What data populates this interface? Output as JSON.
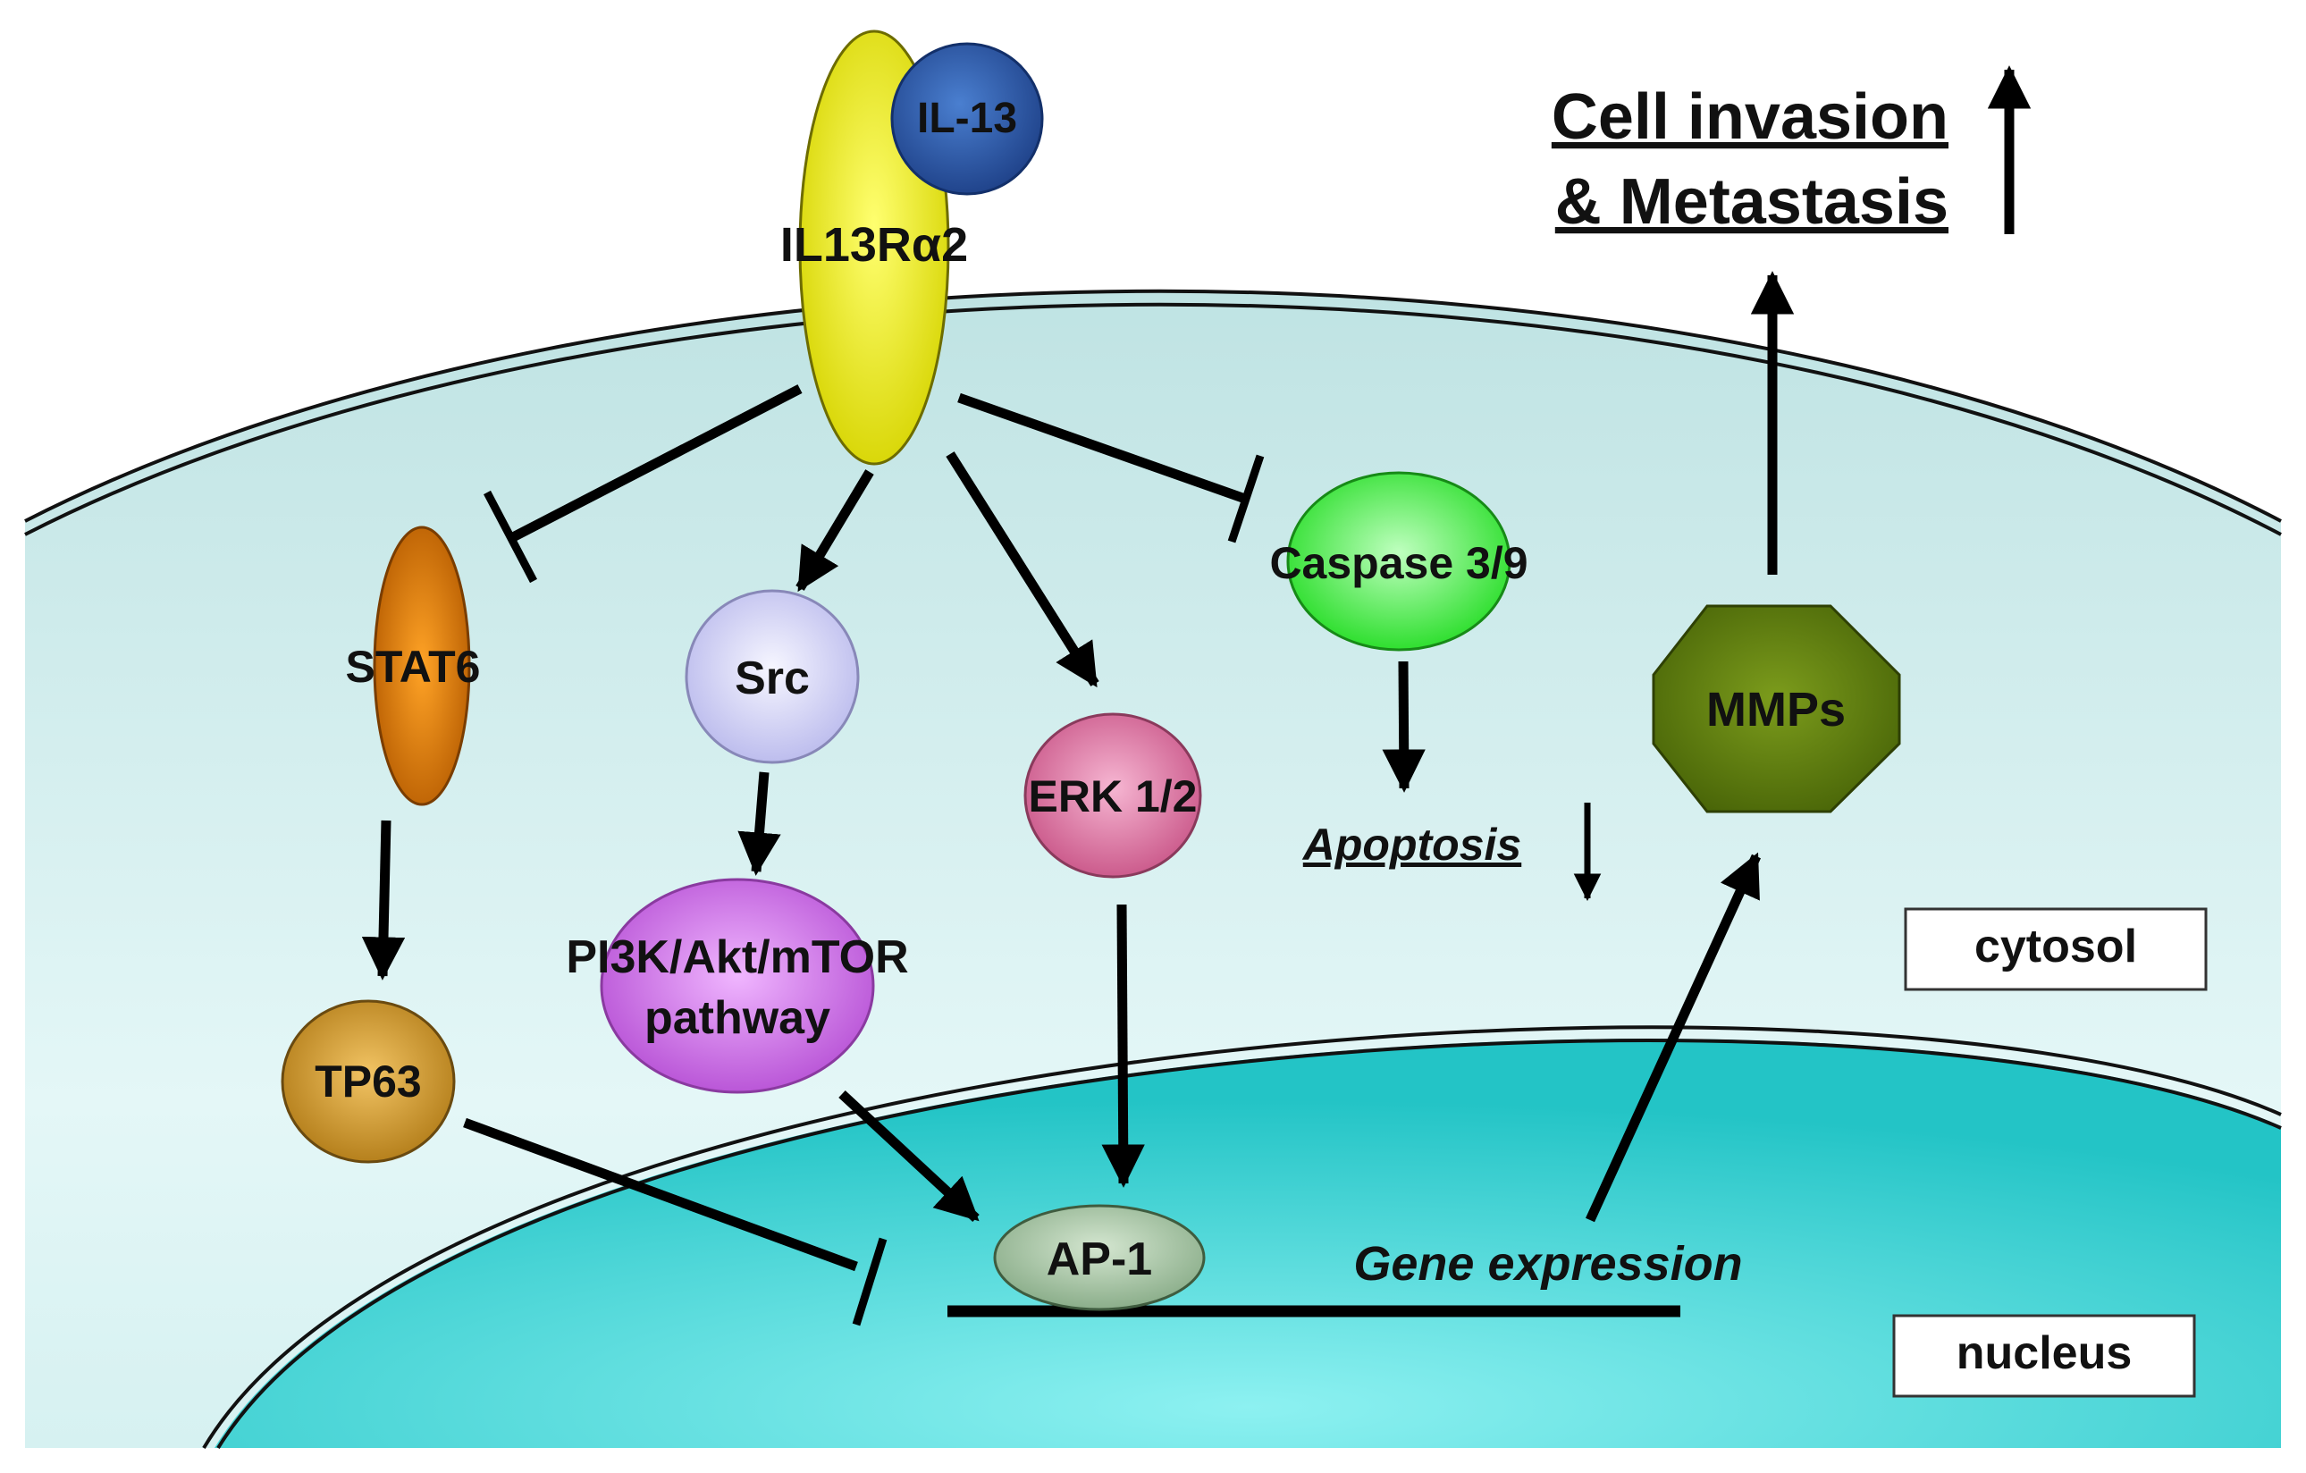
{
  "receptor": {
    "label": "IL13Rα2",
    "ligand": "IL-13"
  },
  "nodes": {
    "stat6": "STAT6",
    "tp63": "TP63",
    "src": "Src",
    "pi3k_line1": "PI3K/Akt/mTOR",
    "pi3k_line2": "pathway",
    "erk": "ERK 1/2",
    "caspase": "Caspase 3/9",
    "apoptosis": "Apoptosis",
    "ap1": "AP-1",
    "gene_expression": "Gene expression",
    "mmps": "MMPs"
  },
  "outcome": {
    "line1": "Cell invasion",
    "line2": "& Metastasis"
  },
  "compartments": {
    "cytosol": "cytosol",
    "nucleus": "nucleus"
  },
  "colors": {
    "cytosol": "#cfeeee",
    "nucleus": "#3fd4d4",
    "receptor": "#e6e40a",
    "ligand": "#2c5aa8",
    "stat6": "#e07a10",
    "tp63": "#d89a2c",
    "src": "#dcdcf8",
    "pi3k": "#d57ae8",
    "erk": "#e27aa6",
    "caspase": "#4cef4c",
    "ap1": "#9cc09c",
    "mmps": "#5e7d10"
  }
}
